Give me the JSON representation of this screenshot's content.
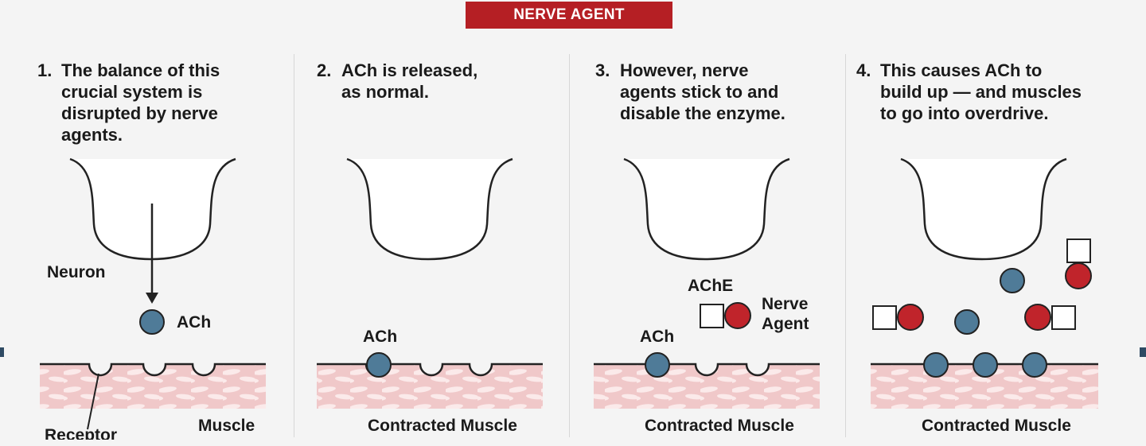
{
  "banner": {
    "title": "NERVE AGENT"
  },
  "colors": {
    "banner": "#b51f24",
    "ach_molecule": "#4f7b98",
    "nerve_agent": "#c0242b",
    "muscle_fill": "#f0c8c9",
    "muscle_fibers": "#fbeaea"
  },
  "panels": [
    {
      "number": "1.",
      "text": "The balance of this\ncrucial system is\ndisrupted by nerve\nagents.",
      "labels": {
        "neuron": "Neuron",
        "ach": "ACh",
        "muscle": "Muscle",
        "receptor": "Receptor"
      }
    },
    {
      "number": "2.",
      "text": "ACh is released,\nas normal.",
      "labels": {
        "ach": "ACh",
        "muscle": "Contracted Muscle"
      }
    },
    {
      "number": "3.",
      "text": "However, nerve\nagents stick to and\ndisable the enzyme.",
      "labels": {
        "ache": "AChE",
        "nerve_agent": "Nerve\nAgent",
        "ach": "ACh",
        "muscle": "Contracted Muscle"
      }
    },
    {
      "number": "4.",
      "text": "This causes ACh to\nbuild up — and muscles\nto go into overdrive.",
      "labels": {
        "muscle": "Contracted Muscle"
      }
    }
  ]
}
